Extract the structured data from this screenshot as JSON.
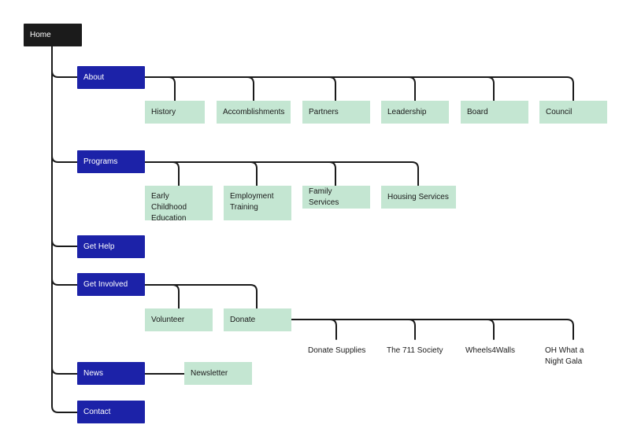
{
  "home": {
    "label": "Home"
  },
  "sections": {
    "about": {
      "label": "About",
      "children": [
        "History",
        "Accomblishments",
        "Partners",
        "Leadership",
        "Board",
        "Council"
      ]
    },
    "programs": {
      "label": "Programs",
      "children": [
        "Early Childhood Education",
        "Employment Training",
        "Family Services",
        "Housing Services"
      ]
    },
    "get_help": {
      "label": "Get Help"
    },
    "get_involved": {
      "label": "Get Involved",
      "children": [
        "Volunteer",
        "Donate"
      ],
      "donate_children": [
        "Donate Supplies",
        "The 711 Society",
        "Wheels4Walls",
        "OH What a Night Gala"
      ]
    },
    "news": {
      "label": "News",
      "children": [
        "Newsletter"
      ]
    },
    "contact": {
      "label": "Contact"
    }
  },
  "colors": {
    "root": "#1b1b1b",
    "primary": "#1c22a8",
    "secondary": "#c4e6d2",
    "connector": "#1a1a1a"
  }
}
